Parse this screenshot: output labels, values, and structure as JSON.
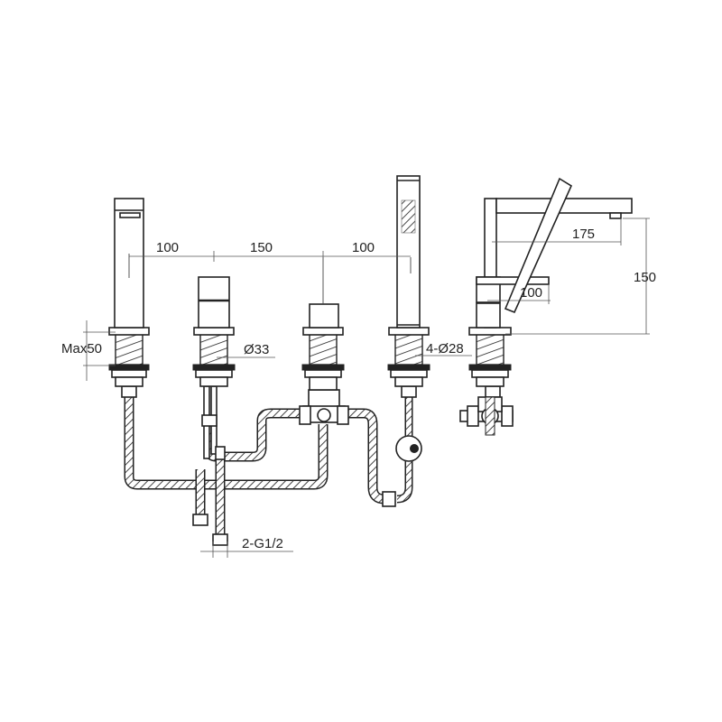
{
  "drawing": {
    "title": "Deck-mounted 4-hole bath/shower mixer technical drawing",
    "dimensions": {
      "spacing_1": "100",
      "spacing_2": "150",
      "spacing_3": "100",
      "spout_reach": "175",
      "spout_height": "150",
      "lever_length": "100",
      "max_deck_thickness": "Max50",
      "hole_diameter_mixer": "Ø33",
      "hole_diameter_others": "4-Ø28",
      "inlet_connection": "2-G1/2"
    },
    "components": [
      {
        "name": "tall-lever-mixer"
      },
      {
        "name": "cylindrical-control-body"
      },
      {
        "name": "diverter-valve"
      },
      {
        "name": "hand-shower"
      },
      {
        "name": "spout"
      }
    ],
    "colors": {
      "line": "#222222",
      "background": "#ffffff"
    }
  }
}
